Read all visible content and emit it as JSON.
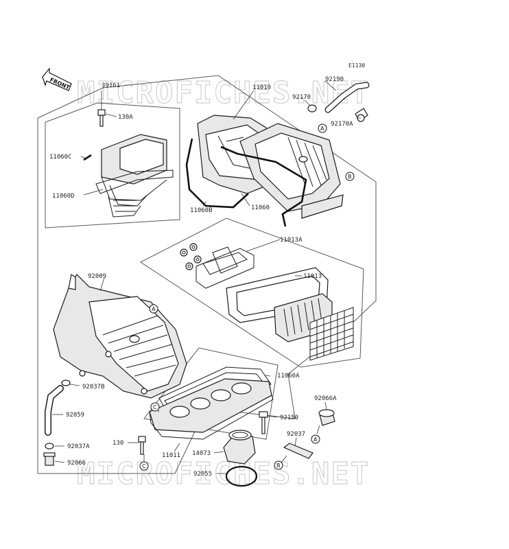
{
  "diagram": {
    "code": "E1130",
    "front_label": "FRONT",
    "watermark": "MICROFICHES.NET",
    "parts": [
      {
        "id": "39161",
        "label": "39161"
      },
      {
        "id": "130A",
        "label": "130A"
      },
      {
        "id": "11060C",
        "label": "11060C"
      },
      {
        "id": "11060D",
        "label": "11060D"
      },
      {
        "id": "11010",
        "label": "11010"
      },
      {
        "id": "92190",
        "label": "92190"
      },
      {
        "id": "92170",
        "label": "92170"
      },
      {
        "id": "92170A",
        "label": "92170A"
      },
      {
        "id": "11060B",
        "label": "11060B"
      },
      {
        "id": "11060",
        "label": "11060"
      },
      {
        "id": "11013A",
        "label": "11013A"
      },
      {
        "id": "11013",
        "label": "11013"
      },
      {
        "id": "92009",
        "label": "92009"
      },
      {
        "id": "11060A",
        "label": "11060A"
      },
      {
        "id": "92037B",
        "label": "92037B"
      },
      {
        "id": "92059",
        "label": "92059"
      },
      {
        "id": "92066A",
        "label": "92066A"
      },
      {
        "id": "92150",
        "label": "92150"
      },
      {
        "id": "92037",
        "label": "92037"
      },
      {
        "id": "130",
        "label": "130"
      },
      {
        "id": "92037A",
        "label": "92037A"
      },
      {
        "id": "11011",
        "label": "11011"
      },
      {
        "id": "14073",
        "label": "14073"
      },
      {
        "id": "92066",
        "label": "92066"
      },
      {
        "id": "92055",
        "label": "92055"
      }
    ],
    "refs": {
      "a1": "A",
      "b1": "B",
      "a2": "A",
      "c1": "C",
      "a3": "A",
      "b2": "B",
      "c2": "C"
    }
  }
}
